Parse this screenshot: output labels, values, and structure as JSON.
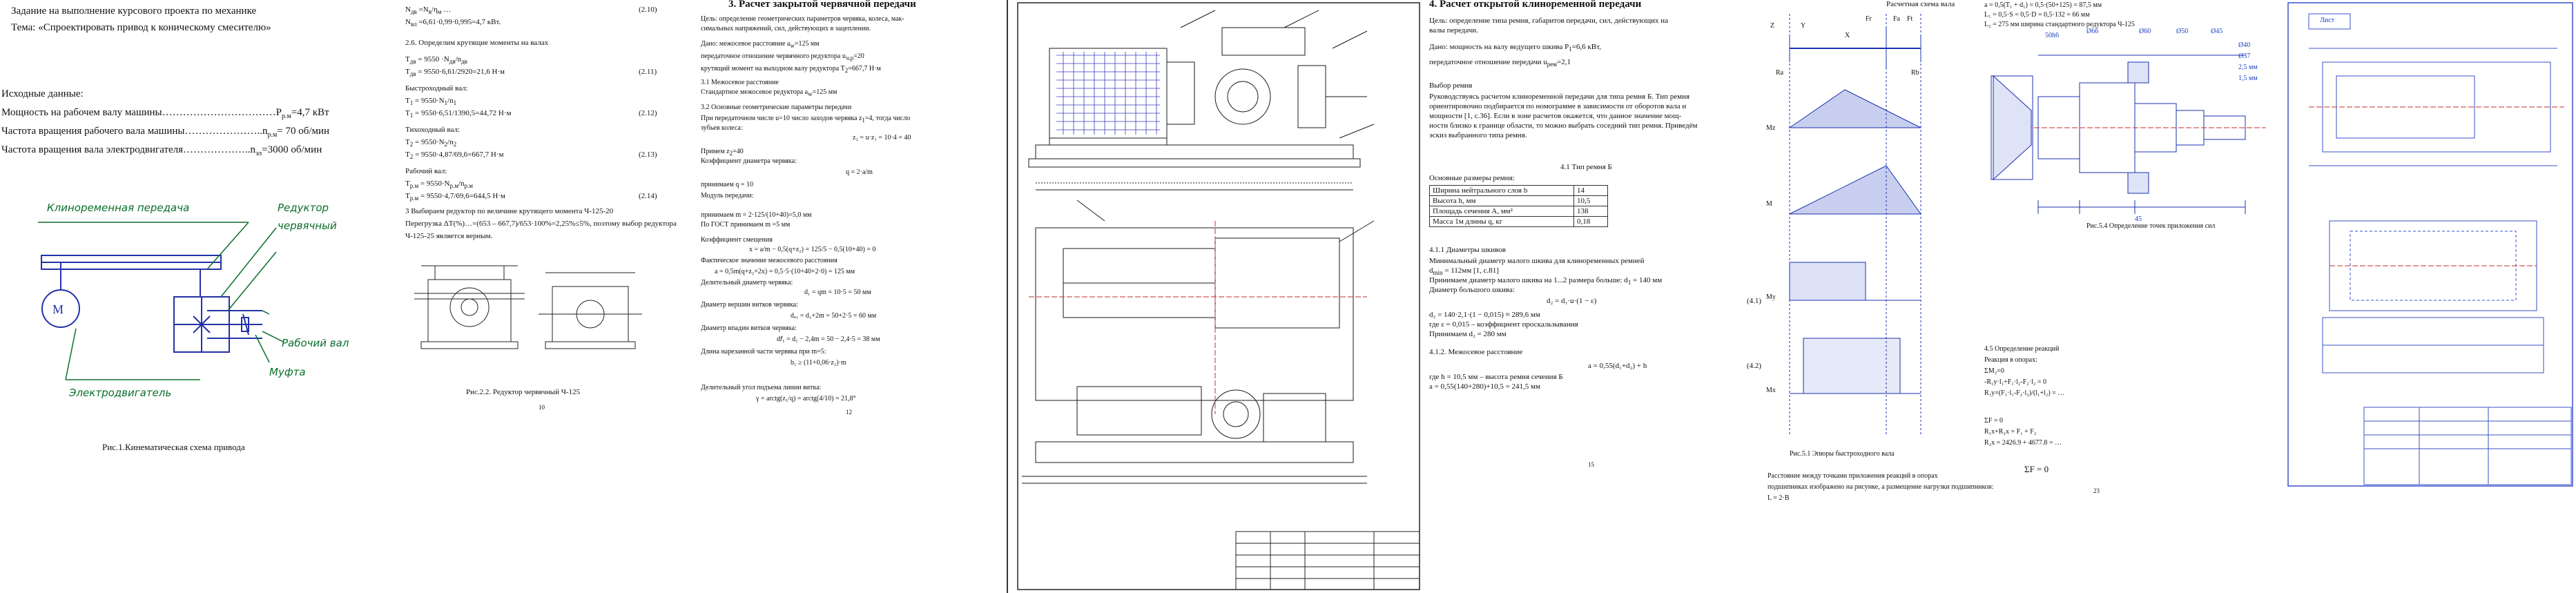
{
  "page1": {
    "title": "Задание на выполнение курсового проекта по механике",
    "theme": "Тема: «Спроектировать привод к коническому смесителю»",
    "source_header": "Исходные данные:",
    "params": [
      "Мощность на рабочем валу машины……………………………Р",
      "Частота вращения рабочего вала машины…………………..n",
      "Частота вращения вала электродвигателя………………..n"
    ],
    "param_values": [
      "=4,7 кВт",
      "= 70 об/мин",
      "=3000 об/мин"
    ],
    "param_subs": [
      "р.м",
      "р.м",
      "эл"
    ],
    "labels": {
      "belt": "Клиноременная передача",
      "reducer1": "Редуктор",
      "reducer2": "червячный",
      "shaft": "Рабочий вал",
      "motor": "Электродвигатель",
      "coupling": "Муфта",
      "motor_symbol": "М"
    },
    "caption": "Рис.1.Кинематическая схема привода"
  },
  "page2": {
    "left_lines": [
      "N",
      "N",
      "2.6. Определим крутящие моменты на валах",
      "T",
      "T",
      "Быстроходный вал:",
      "T",
      "T",
      "Тихоходный вал:",
      "T",
      "T",
      "Рабочий вал:",
      "T",
      "T",
      "3 Выбираем редуктор по величине крутящего момента",
      "Перегрузка ΔТ(%)…",
      "Ч-125-25 является верным."
    ],
    "eq_nums": [
      "(2.10)",
      "(2.11)",
      "(2.12)",
      "(2.13)",
      "(2.14)"
    ],
    "caption": "Рис.2.2. Редуктор червячный Ч-125",
    "page_no": "10",
    "right_title": "3. Расчет закрытой червячной передачи",
    "right_lines": [
      "Цель: определение геометрических параметров червяка, колеса, мак-",
      "симальных напряжений, сил, действующих в зацеплении.",
      "Дано: межосевое расстояние а",
      "передаточное отношение червячного редуктора u",
      "крутящий момент на выходном валу редуктора Т",
      "3.1 Межосевое расстояние",
      "Стандартное межосевое редуктора а",
      "3.2 Основные геометрические параметры передачи",
      "При передаточном числе u=10 число заходов червяка z",
      "зубьев колеса:",
      "Примем z",
      "Коэффициент диаметра червяка:",
      "принимаем q = 10",
      "Модуль передачи:",
      "принимаем m = 2·125/(10+40)=5,0 мм",
      "По ГОСТ принимаем m =5 мм",
      "Коэффициент смещения",
      "Фактическое значение межосевого расстояния",
      "Делительный диаметр червяка:",
      "Диаметр вершин витков червяка:",
      "Диаметр впадин витков червяка:",
      "Длина нарезанной части червяка при m=5:",
      "Делительный угол подъема линии витка:"
    ],
    "right_formulas": [
      "z₂ = u·z₁ = 10·4 = 40",
      "q = 2·a/m",
      "x = a/m − 0,5(q+z₂) = 125/5 − 0,5(10+40) = 0",
      "a = 0,5m(q+z₂+2x) = 0,5·5·(10+40+2·0) = 125 мм",
      "d₁ = qm = 10·5 = 50 мм",
      "dₐ₁ = d₁+2m = 50+2·5 = 60 мм",
      "d𝑓₁ = d₁ − 2,4m = 50 − 2,4·5 = 38 мм",
      "b₁ ≥ (11+0,06·z₂)·m",
      "γ = arctg(z₁/q) = arctg(4/10) = 21,8°"
    ],
    "page_no_right": "12"
  },
  "page3": {
    "title_block_rows": [
      "",
      "",
      "",
      "",
      ""
    ]
  },
  "page4": {
    "title": "4. Расчет открытой клиноременной передачи",
    "intro": [
      "Цель: определение типа ремня, габаритов передачи, сил, действующих на",
      "валы передачи.",
      "Дано: мощность на валу ведущего шкива Р",
      "передаточное отношение передачи u",
      "Выбор ремня",
      "Руководствуясь расчетом клиноременной передачи для типа ремня Б. Тип ремня",
      "ориентировочно подбирается по номограмме в зависимости от оборотов вала и",
      "мощности [1, с.36]. Если в зоне расчетов окажется, что данное значение мощ-",
      "ности близко к границе области, то можно выбрать соседний тип ремня. Приведём",
      "эскиз выбранного типа ремня."
    ],
    "table_title": "4.1 Тип ремня Б",
    "table_caption": "Основные размеры ремня:",
    "table": [
      [
        "Ширина нейтрального слоя b",
        "14"
      ],
      [
        "Высота h, мм",
        "10,5"
      ],
      [
        "Площадь сечения A, мм²",
        "138"
      ],
      [
        "Масса 1м длины q, кг",
        "0,18"
      ]
    ],
    "s1": "4.1.1 Диаметры шкивов",
    "s1_lines": [
      "Минимальный диаметр малого шкива для клиноременных ремней",
      "d",
      "Принимаем диаметр малого шкива на 1...2 размера больше: d",
      "Диаметр большого шкива:"
    ],
    "f1": "d₂ = d₁·u·(1 − ε)",
    "f1_lines": [
      "d₂ = 140·2,1·(1 − 0,015) ≈ 289,6 мм",
      "где ε = 0,015 – коэффициент проскальзывания",
      "Принимаем d₂ = 280 мм"
    ],
    "s2": "4.1.2. Межосевое расстояние",
    "f2": "a = 0,55(d₁+d₂) + h",
    "f2_lines": [
      "где h = 10,5 мм – высота ремня сечения Б",
      "a = 0,55(140+280)+10,5 = 241,5 мм"
    ],
    "eq_nums": [
      "(4.1)",
      "(4.2)"
    ],
    "page_no": "15"
  },
  "page5": {
    "title": "Расчетная схема вала",
    "labels": [
      "Z",
      "Y",
      "X",
      "Fr",
      "Fa",
      "Ft",
      "Ra",
      "Rb",
      "M",
      "Mz",
      "My",
      "Mx"
    ],
    "left_caption": "Рис.5.1 Эпюры быстроходного вала",
    "left_text": [
      "Расстояние между точками приложения реакций в опорах",
      "подшипниках изображено на рисунке, а размещение нагрузки подшипников:",
      "L = 2·B"
    ],
    "header_lines": [
      "a = 0,5(T₁ + d₁) = 0,5·(50+125) = 87,5 мм",
      "L₁ = 0,5·S = 0,5·D = 0,5·132 = 66 мм",
      "L₂ = 275 мм ширина стандартного редуктора Ч-125"
    ],
    "dims": [
      "50h6",
      "Ø66",
      "Ø60",
      "Ø50",
      "Ø45",
      "Ø40",
      "Ø37",
      "2,5 мм",
      "1,5 мм",
      "45"
    ],
    "right_caption": "Рис.5.4 Определение точек приложения сил",
    "r_section": "4.5 Определение реакций",
    "r_lines": [
      "Реакция в опорах:",
      "ΣМ₂=0",
      "-R₁y·l₁+F₁·l₂-F₂·l₂ = 0",
      "R₁y=(F₁·l₁-F₂·l₂)/(l₁+l₂) = …",
      "ΣF = 0",
      "R₁x+R₂x = F₁ + F₂",
      "R₂x = 2426.9 + 4677.8 = …"
    ],
    "formula_sum": "ΣF = 0",
    "page_no": "23"
  },
  "page6": {
    "stamp_label": "Лист"
  }
}
